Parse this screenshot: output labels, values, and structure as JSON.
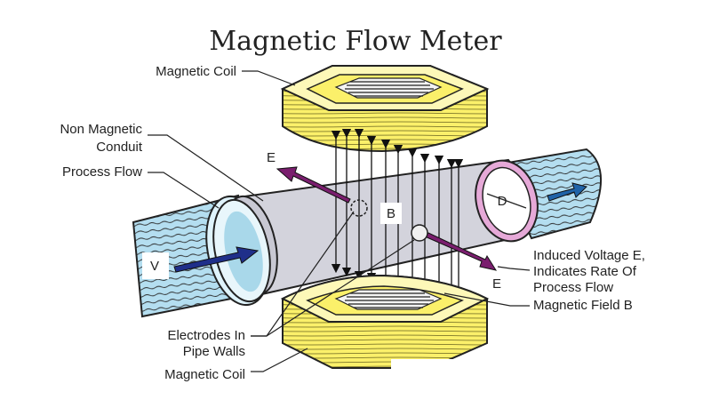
{
  "title": "Magnetic Flow Meter",
  "labels": {
    "coil_top": "Magnetic Coil",
    "conduit_line1": "Non Magnetic",
    "conduit_line2": "Conduit",
    "process_flow": "Process Flow",
    "electrodes_line1": "Electrodes In",
    "electrodes_line2": "Pipe Walls",
    "coil_bottom": "Magnetic Coil",
    "induced_line1": "Induced Voltage E,",
    "induced_line2": "Indicates Rate Of",
    "induced_line3": "Process Flow",
    "field": "Magnetic Field B",
    "e_top": "E",
    "e_bottom": "E",
    "b": "B",
    "d": "D",
    "v": "V"
  },
  "colors": {
    "coil_yellow": "#fbf06a",
    "coil_shadow": "#e6d84a",
    "conduit_gray": "#d3d3dc",
    "fluid_blue": "#a9d8ea",
    "fluid_light": "#d4f0fa",
    "flow_arrow": "#1f2f8a",
    "e_arrow": "#7a1e6e",
    "ring_pink": "#e6a9d8"
  }
}
